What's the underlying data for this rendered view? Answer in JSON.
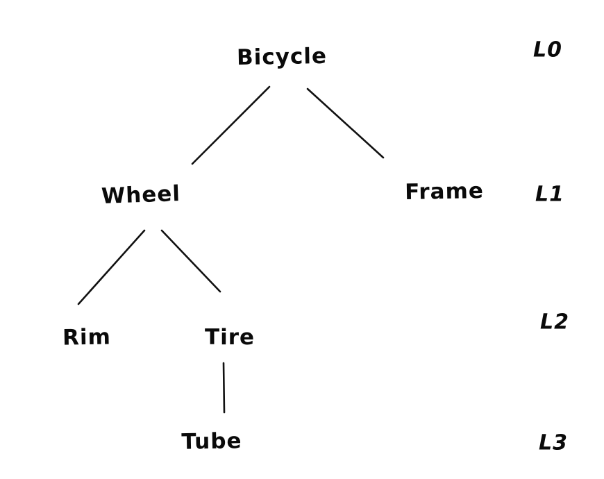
{
  "diagram": {
    "type": "tree",
    "style": "hand-drawn sketch, black ink on white",
    "colors": {
      "ink": "#111111",
      "background": "#ffffff"
    },
    "nodes": {
      "bicycle": {
        "label": "Bicycle",
        "level": 0
      },
      "wheel": {
        "label": "Wheel",
        "level": 1
      },
      "frame": {
        "label": "Frame",
        "level": 1
      },
      "rim": {
        "label": "Rim",
        "level": 2
      },
      "tire": {
        "label": "Tire",
        "level": 2
      },
      "tube": {
        "label": "Tube",
        "level": 3
      }
    },
    "edges": [
      {
        "from": "Bicycle",
        "to": "Wheel"
      },
      {
        "from": "Bicycle",
        "to": "Frame"
      },
      {
        "from": "Wheel",
        "to": "Rim"
      },
      {
        "from": "Wheel",
        "to": "Tire"
      },
      {
        "from": "Tire",
        "to": "Tube"
      }
    ],
    "level_labels": {
      "l0": {
        "label": "L0"
      },
      "l1": {
        "label": "L1"
      },
      "l2": {
        "label": "L2"
      },
      "l3": {
        "label": "L3"
      }
    }
  }
}
